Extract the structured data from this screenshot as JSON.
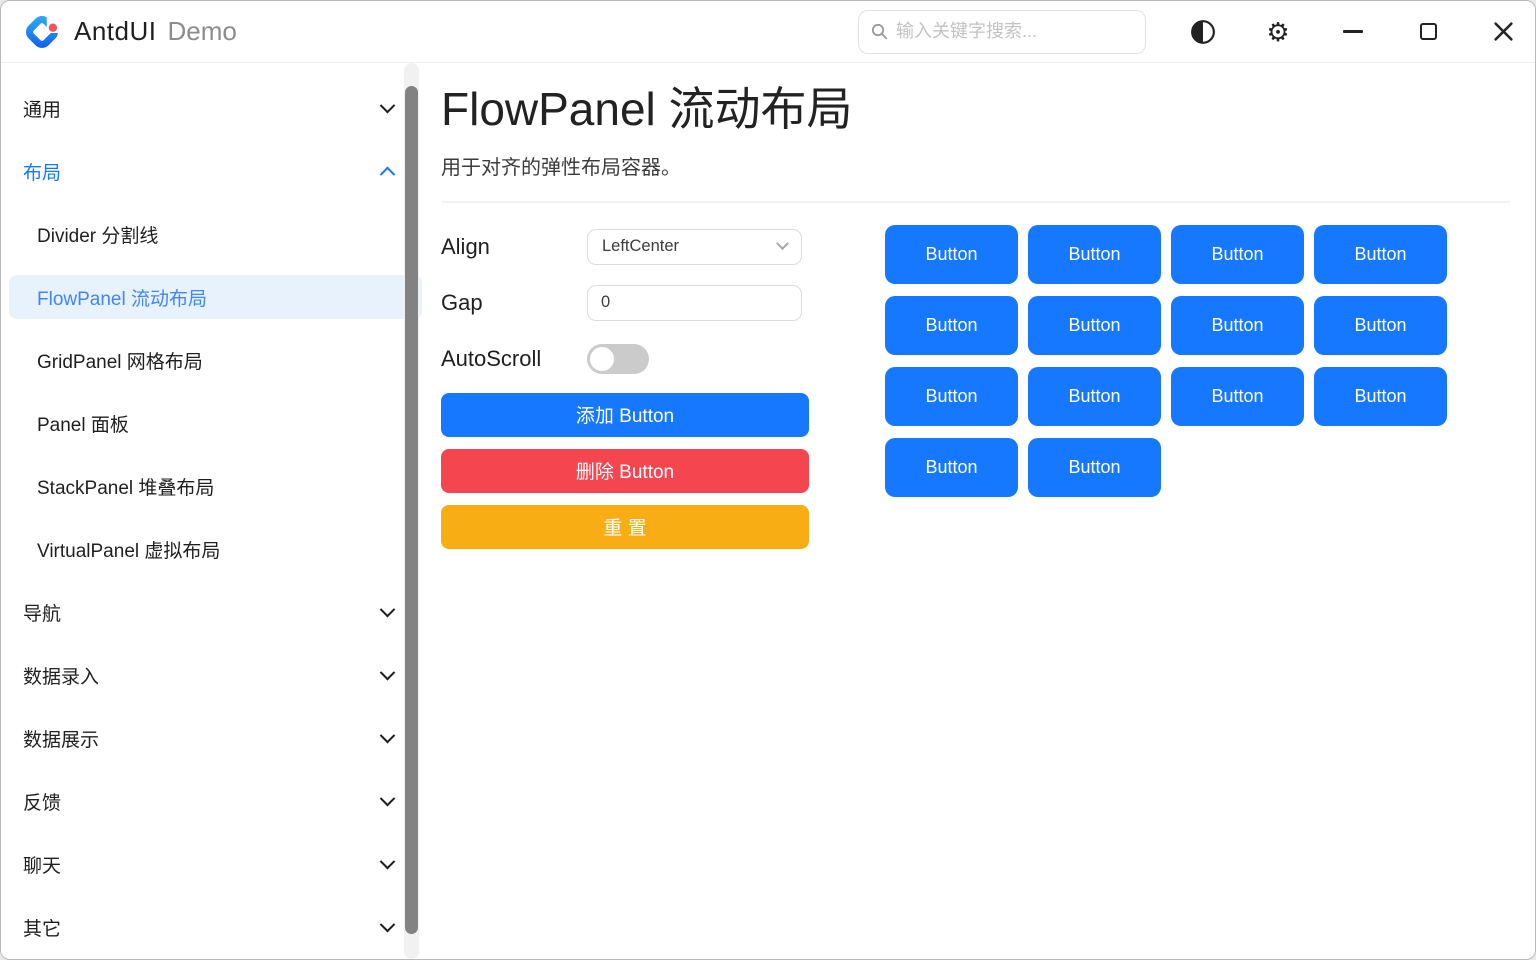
{
  "titlebar": {
    "app_name": "AntdUI",
    "app_suffix": "Demo",
    "search_placeholder": "输入关键字搜索..."
  },
  "sidebar": {
    "items": [
      {
        "label": "通用",
        "type": "group",
        "state": "collapsed"
      },
      {
        "label": "布局",
        "type": "group",
        "state": "expanded",
        "active": true
      },
      {
        "label": "Divider 分割线",
        "type": "child"
      },
      {
        "label": "FlowPanel 流动布局",
        "type": "child",
        "selected": true
      },
      {
        "label": "GridPanel 网格布局",
        "type": "child"
      },
      {
        "label": "Panel 面板",
        "type": "child"
      },
      {
        "label": "StackPanel 堆叠布局",
        "type": "child"
      },
      {
        "label": "VirtualPanel 虚拟布局",
        "type": "child"
      },
      {
        "label": "导航",
        "type": "group",
        "state": "collapsed"
      },
      {
        "label": "数据录入",
        "type": "group",
        "state": "collapsed"
      },
      {
        "label": "数据展示",
        "type": "group",
        "state": "collapsed"
      },
      {
        "label": "反馈",
        "type": "group",
        "state": "collapsed"
      },
      {
        "label": "聊天",
        "type": "group",
        "state": "collapsed"
      },
      {
        "label": "其它",
        "type": "group",
        "state": "collapsed"
      }
    ]
  },
  "page": {
    "title": "FlowPanel 流动布局",
    "subtitle": "用于对齐的弹性布局容器。"
  },
  "controls": {
    "align_label": "Align",
    "align_value": "LeftCenter",
    "gap_label": "Gap",
    "gap_value": "0",
    "autoscroll_label": "AutoScroll",
    "autoscroll_state": "off",
    "add_button_label": "添加 Button",
    "remove_button_label": "删除 Button",
    "reset_button_label": "重 置"
  },
  "flow_panel": {
    "button_label": "Button",
    "button_count": 14,
    "buttons_per_row": [
      4,
      4,
      4,
      2
    ]
  },
  "colors": {
    "primary_blue": "#1677ff",
    "danger_red": "#f5454e",
    "warning_orange": "#f9ad14",
    "selected_item_bg": "#e8f2fd",
    "selected_item_text": "#3f86f6"
  }
}
